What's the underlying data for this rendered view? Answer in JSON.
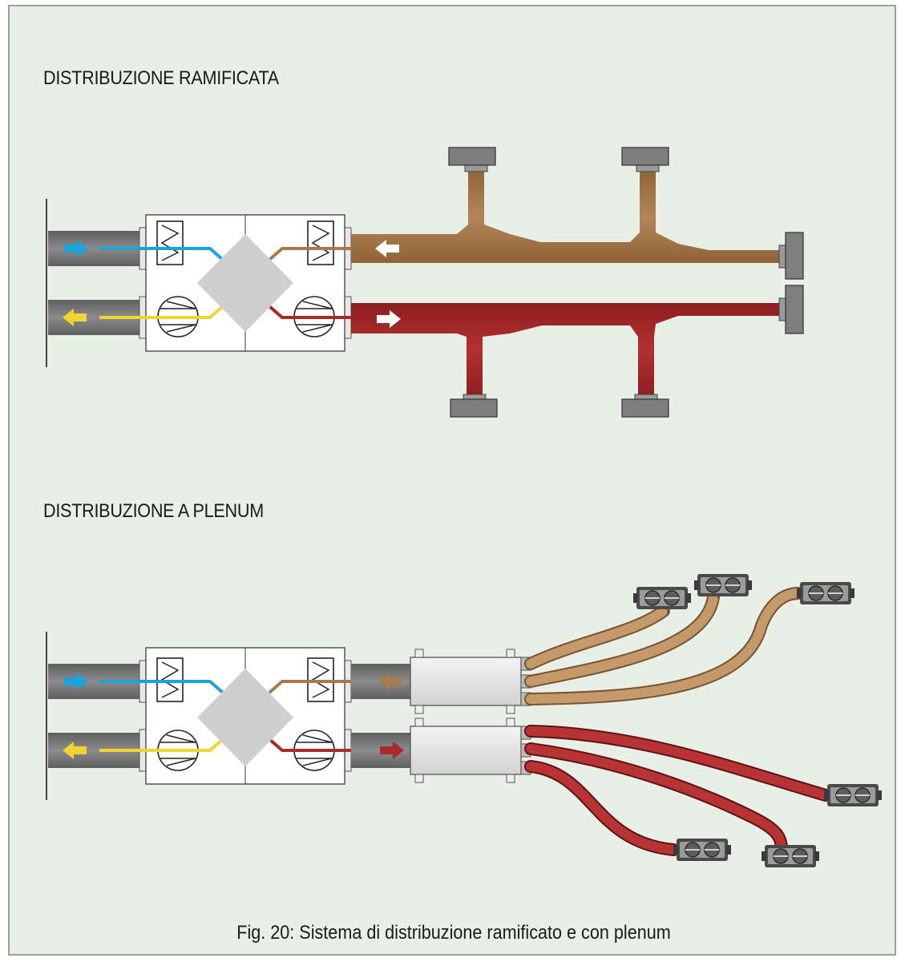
{
  "sections": {
    "branched": {
      "title": "DISTRIBUZIONE RAMIFICATA"
    },
    "plenum": {
      "title": "DISTRIBUZIONE A PLENUM"
    }
  },
  "caption": "Fig. 20: Sistema di distribuzione ramificato e con plenum",
  "colors": {
    "background": "#e7efe7",
    "duct_gray": "#6f6f6f",
    "supply_fresh": "#1ba3dc",
    "exhaust_out": "#f1d430",
    "extract_brown": "#a87b4c",
    "supply_red": "#a82a2a",
    "exchanger": "#cfcfcf",
    "terminal": "#7e7e7e"
  },
  "icons": [
    "fresh-air-arrow-icon",
    "exhaust-arrow-icon",
    "extract-arrow-icon",
    "supply-arrow-icon",
    "filter-icon",
    "fan-icon",
    "heat-exchanger-icon",
    "air-terminal-icon"
  ]
}
